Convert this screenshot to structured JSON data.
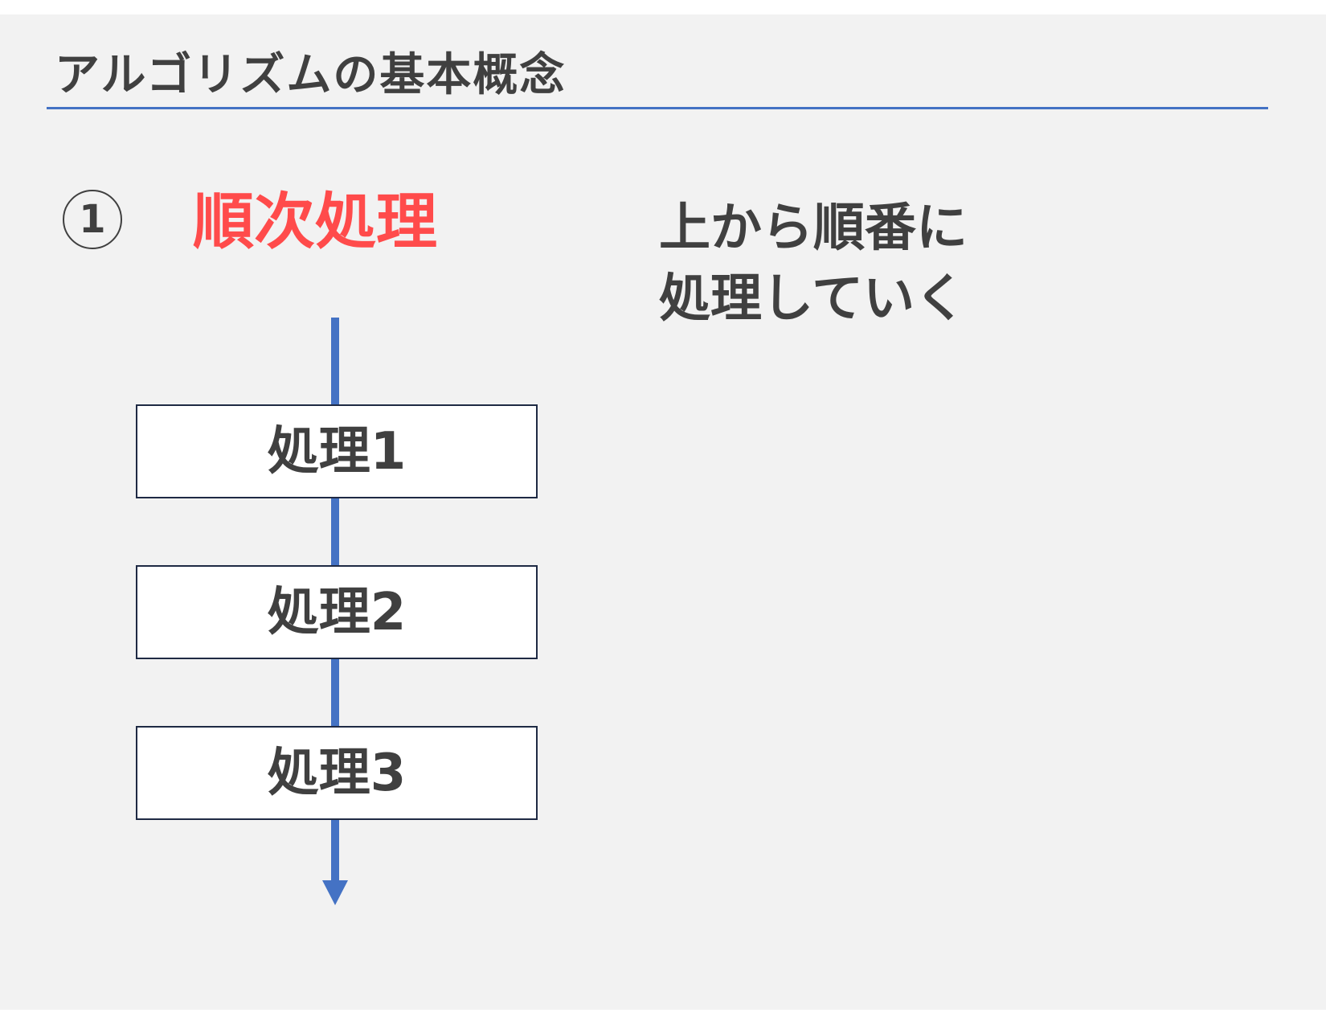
{
  "slide": {
    "title": "アルゴリズムの基本概念"
  },
  "section": {
    "number": "1",
    "title": "順次処理",
    "title_color": "#ff4b4b"
  },
  "description": {
    "lines": [
      "上から順番に",
      "処理していく"
    ]
  },
  "flow": {
    "steps": [
      "処理1",
      "処理2",
      "処理3"
    ],
    "arrow_color": "#4472c4",
    "box_border_color": "#1f2a44"
  },
  "colors": {
    "background": "#f2f2f2",
    "accent": "#4472c4",
    "text": "#404040"
  }
}
